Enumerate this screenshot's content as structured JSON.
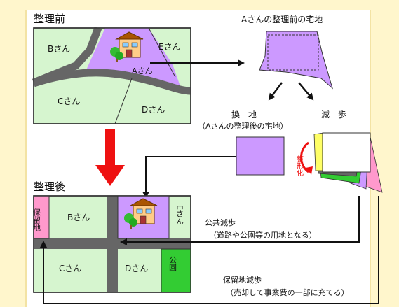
{
  "before": {
    "heading": "整理前",
    "parcels": {
      "b": "Bさん",
      "e": "Eさん",
      "a": "Aさん",
      "c": "Cさん",
      "d": "Dさん"
    }
  },
  "a_before_label": "Aさんの整理前の宅地",
  "kanchi_label": "換　地",
  "genbu_label": "減　歩",
  "a_after_label": "（Aさんの整理後の宅地）",
  "seibika_label": "整形化",
  "after": {
    "heading": "整理後",
    "parcels": {
      "reserve": "保留地",
      "b": "Bさん",
      "e": "Eさん",
      "c": "Cさん",
      "d": "Dさん",
      "park": "公園"
    }
  },
  "public_reduction": {
    "title": "公共減歩",
    "note": "（道路や公園等の用地となる）"
  },
  "reserve_reduction": {
    "title": "保留地減歩",
    "note": "（売却して事業費の一部に充てる）"
  },
  "colors": {
    "green": "#d6f5cf",
    "purple": "#cc99ff",
    "road": "#666666",
    "park": "#33cc33",
    "reserve": "#ff99cc",
    "arrow_red": "#ee1111",
    "yellow": "#ffff66"
  }
}
